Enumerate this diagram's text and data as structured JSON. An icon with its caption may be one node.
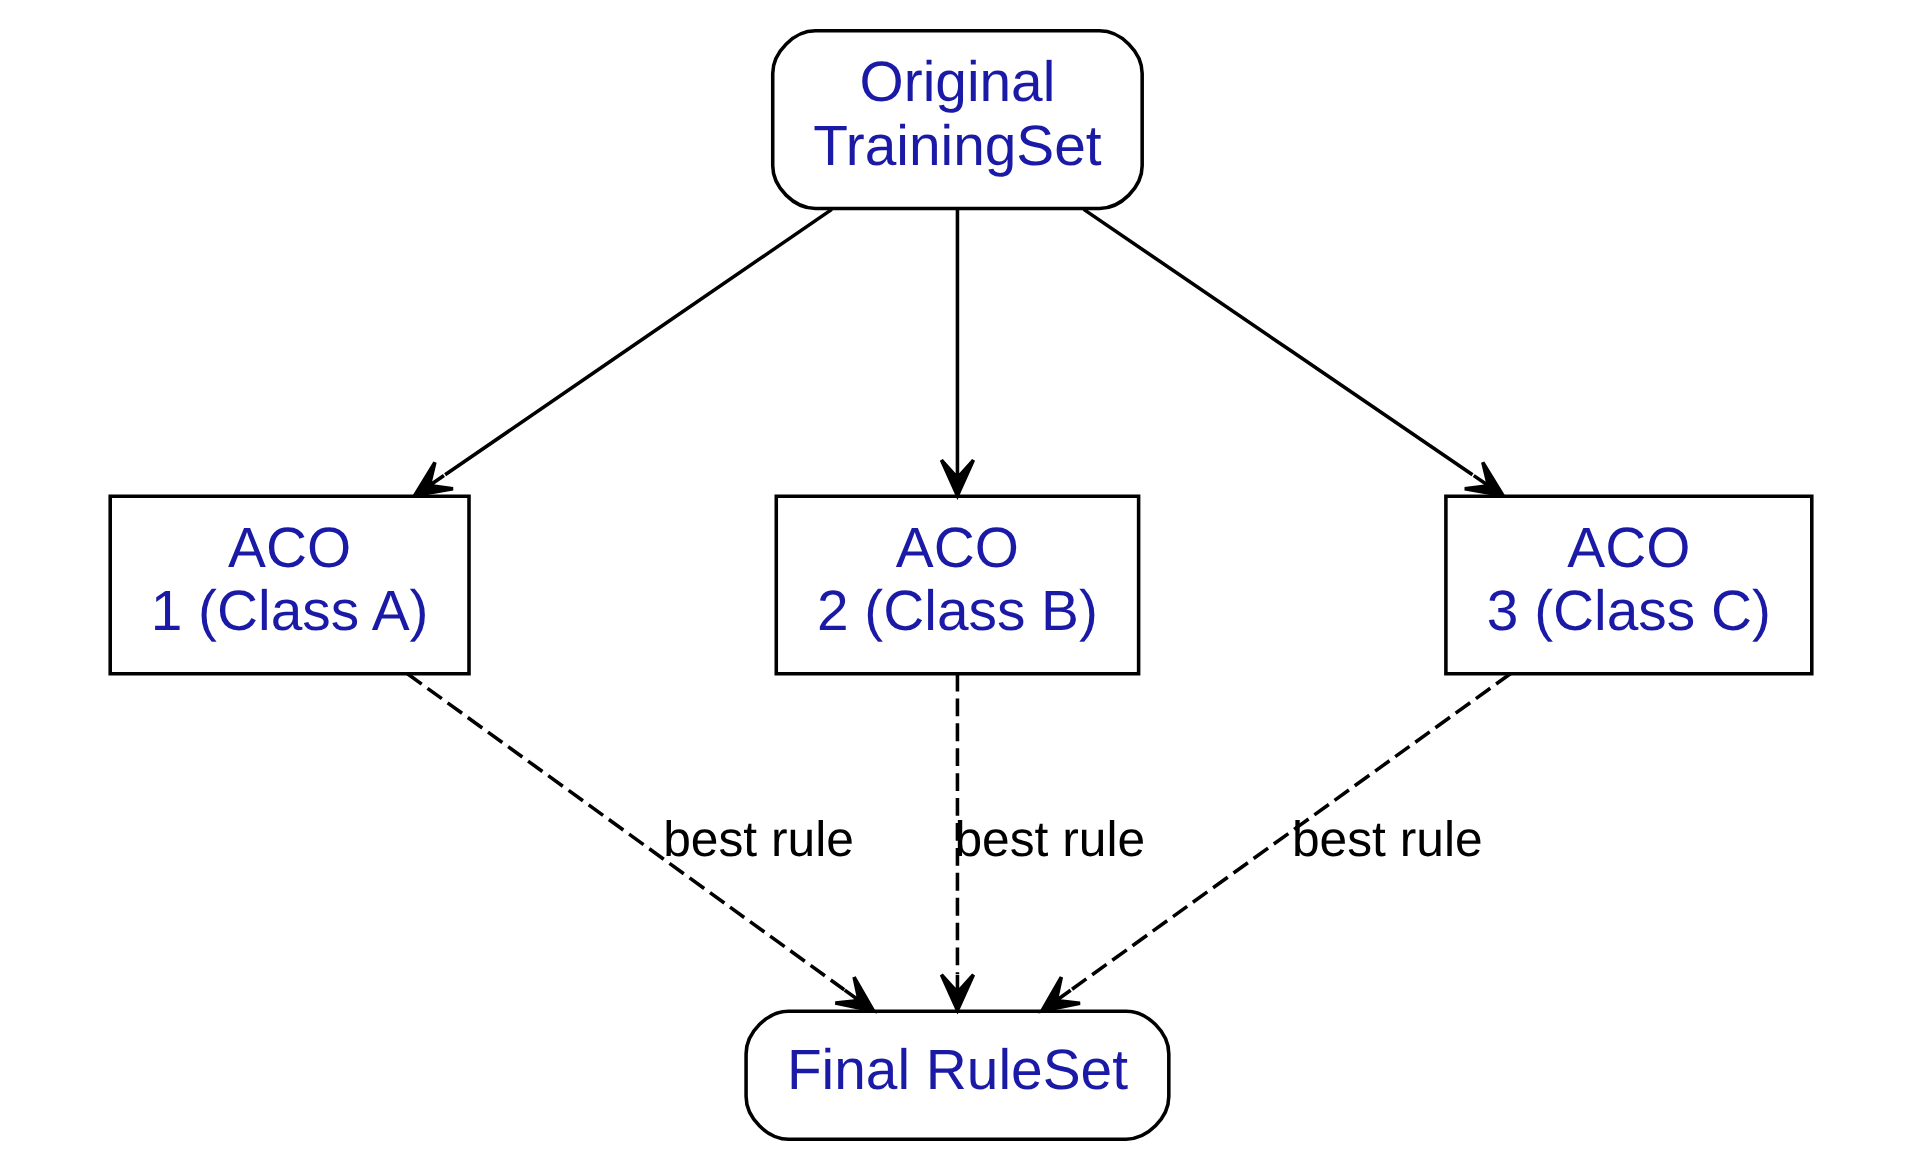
{
  "diagram": {
    "nodes": [
      {
        "text": [
          "Original TrainingSet"
        ]
      },
      {
        "text": [
          "ACO 1 (Class A)"
        ]
      },
      {
        "text": [
          "ACO 2 (Class B)"
        ]
      },
      {
        "text": [
          "ACO 3 (Class C)"
        ]
      },
      {
        "text": [
          "Final RuleSet"
        ]
      }
    ],
    "edges": [
      {
        "from": 0,
        "to": 1,
        "arrow": "to"
      },
      {
        "from": 0,
        "to": 2,
        "arrow": "to"
      },
      {
        "from": 0,
        "to": 3,
        "arrow": "to"
      },
      {
        "from": 1,
        "to": 4,
        "arrow": "to",
        "label": "best rule",
        "style": "dashed"
      },
      {
        "from": 2,
        "to": 4,
        "arrow": "to",
        "label": "best rule",
        "style": "dashed"
      },
      {
        "from": 3,
        "to": 4,
        "arrow": "to",
        "label": "best rule",
        "style": "dashed"
      }
    ]
  }
}
